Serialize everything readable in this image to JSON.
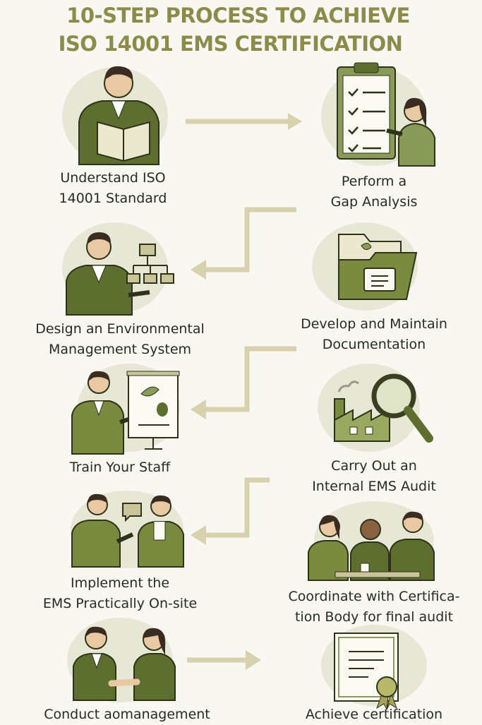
{
  "title": {
    "line1": "10-STEP PROCESS TO ACHIEVE",
    "line2": "ISO 14001 EMS CERTIFICATION"
  },
  "colors": {
    "title": "#8b8c4a",
    "accent_green": "#5d6e2f",
    "arrow": "#d8d1ae",
    "circle": "#e7e7d6",
    "background": "#f8f7f2"
  },
  "steps": [
    {
      "lines": [
        "Understand ISO",
        "14001 Standard"
      ],
      "icon": "person-reading-book-icon"
    },
    {
      "lines": [
        "Perform a",
        "Gap Analysis"
      ],
      "icon": "clipboard-checklist-icon"
    },
    {
      "lines": [
        "Design an Environmental",
        "Management System"
      ],
      "icon": "person-org-chart-icon"
    },
    {
      "lines": [
        "Develop and Maintain",
        "Documentation"
      ],
      "icon": "folder-document-icon"
    },
    {
      "lines": [
        "Train Your Staff"
      ],
      "icon": "presenter-board-icon"
    },
    {
      "lines": [
        "Carry Out an",
        "Internal EMS Audit"
      ],
      "icon": "factory-magnifier-icon"
    },
    {
      "lines": [
        "Implement the",
        "EMS Practically On-site"
      ],
      "icon": "two-people-talking-icon"
    },
    {
      "lines": [
        "Coordinate with Certifica-",
        "tion Body for final audit"
      ],
      "icon": "meeting-group-icon"
    },
    {
      "lines": [
        "Conduct aomanagement"
      ],
      "icon": "handshake-icon"
    },
    {
      "lines": [
        "Achieve certification"
      ],
      "icon": "certificate-ribbon-icon"
    }
  ]
}
